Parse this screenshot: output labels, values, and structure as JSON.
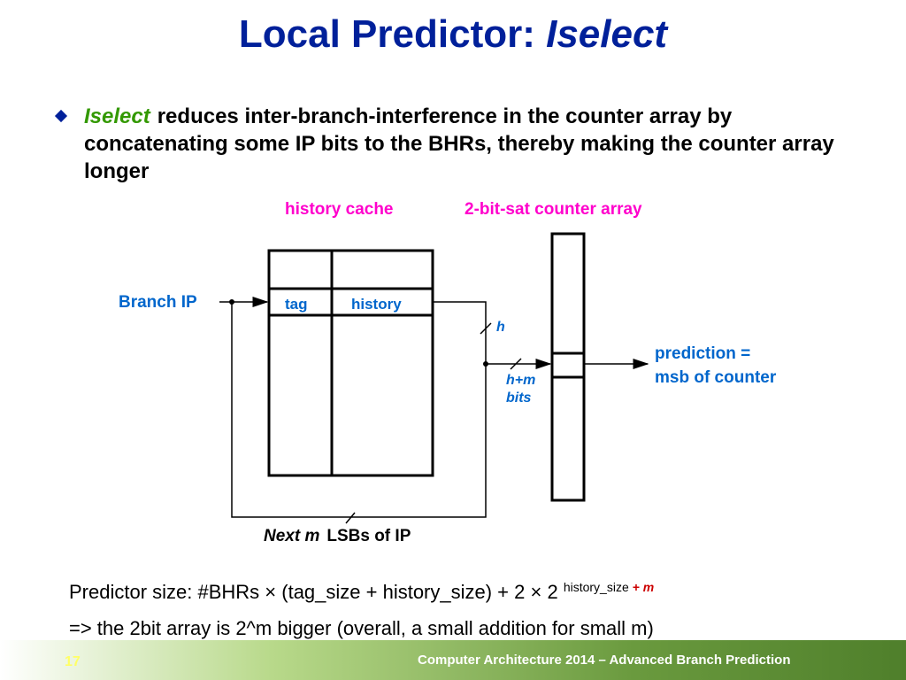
{
  "slide": {
    "title_main": "Local Predictor: ",
    "title_italic": "Iselect",
    "bullet_italic": "Iselect",
    "bullet_text": "reduces inter-branch-interference in the counter array by concatenating some IP bits to the BHRs, thereby making the counter array longer",
    "formula_main": "Predictor size: #BHRs × (tag_size + history_size) + 2 × 2 ",
    "formula_sup": "history_size ",
    "formula_sup_red": "+ m",
    "implication": "=> the 2bit array is 2^m bigger (overall, a small addition for small m)",
    "page_number": "17",
    "footer": "Computer Architecture 2014 – Advanced Branch Prediction"
  },
  "diagram": {
    "history_cache_label": "history cache",
    "counter_array_label": "2-bit-sat counter array",
    "branch_ip_label": "Branch IP",
    "tag_label": "tag",
    "history_label": "history",
    "h_label": "h",
    "hm_label_1": "h+m",
    "hm_label_2": "bits",
    "prediction_1": "prediction =",
    "prediction_2": "msb of counter",
    "next_m_italic": "Next m",
    "next_m_text": "LSBs of IP"
  },
  "colors": {
    "title": "#00209a",
    "italic_green": "#339900",
    "diagram_blue": "#0066cc",
    "label_magenta": "#ff00cc",
    "formula_red": "#cc0000",
    "footer_green": "#4f7f2b"
  }
}
